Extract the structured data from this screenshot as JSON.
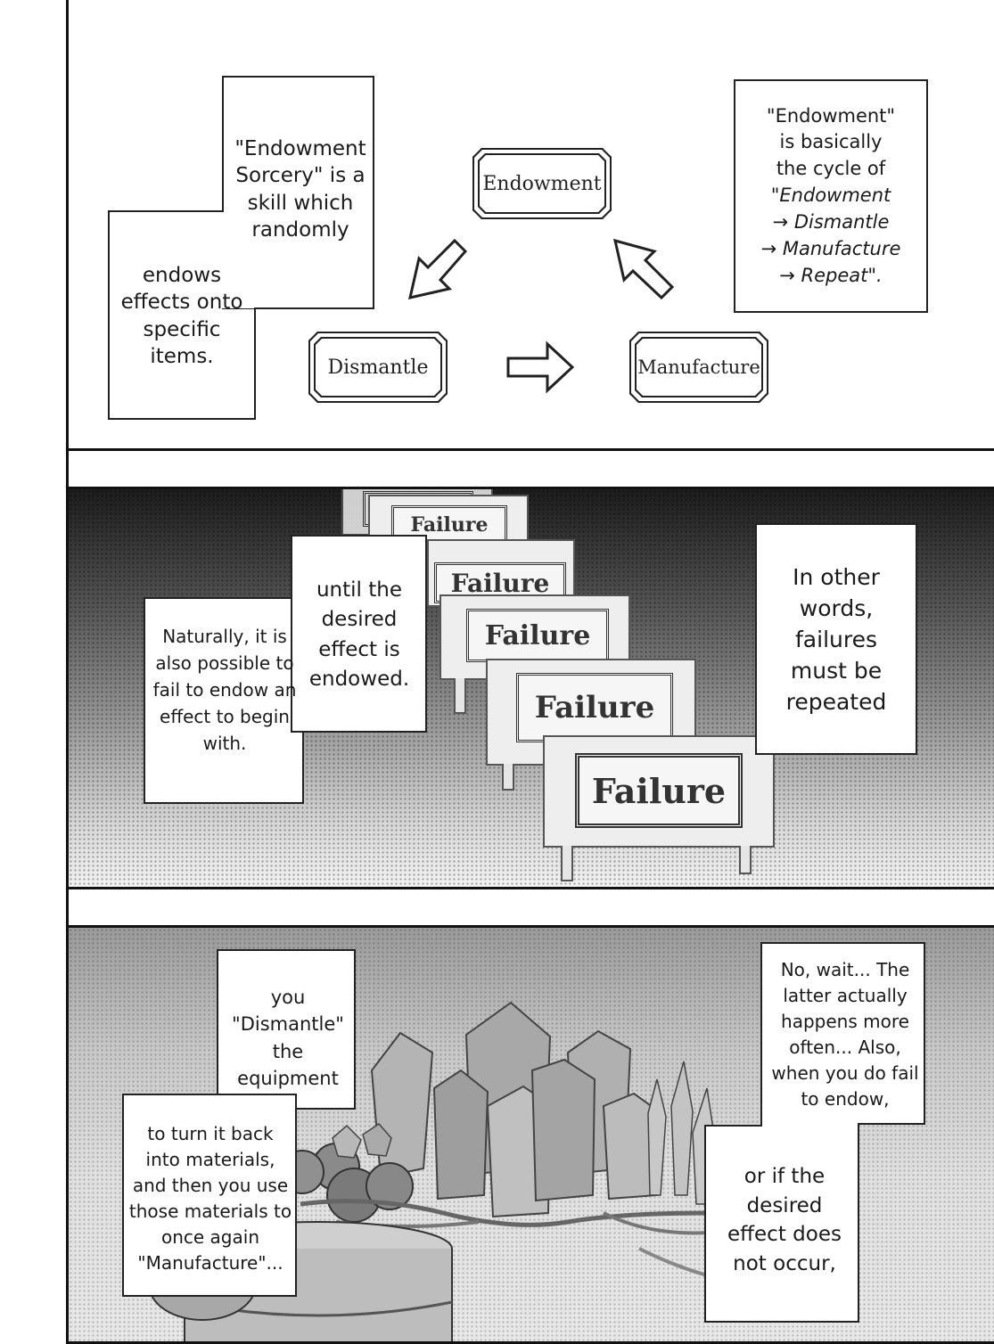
{
  "panel1": {
    "left_caption_top": "\"Endowment Sorcery\" is a skill which randomly",
    "left_caption_bottom": "endows effects onto specific items.",
    "right_caption": {
      "line1": "\"Endowment\"",
      "line2": "is basically",
      "line3": "the cycle of",
      "line4": "\"Endowment",
      "line5": "→ Dismantle",
      "line6": "→ Manufacture",
      "line7": "→ Repeat\"."
    },
    "cycle": {
      "endowment": "Endowment",
      "dismantle": "Dismantle",
      "manufacture": "Manufacture"
    }
  },
  "panel2": {
    "sign_text": "Failure",
    "left_caption_top": "until the desired effect is endowed.",
    "left_caption_bottom": "Naturally, it is also possible to fail to endow an effect to begin with.",
    "right_caption": "In other words, failures must be repeated"
  },
  "panel3": {
    "left_caption_top": "you \"Dismantle\" the equipment",
    "left_caption_bottom": "to turn it back into materials, and then you use those materials to once again \"Manufacture\"...",
    "right_caption_top": "No, wait... The latter actually happens more often... Also, when you do fail to endow,",
    "right_caption_bottom": "or if the desired effect does not occur,"
  }
}
